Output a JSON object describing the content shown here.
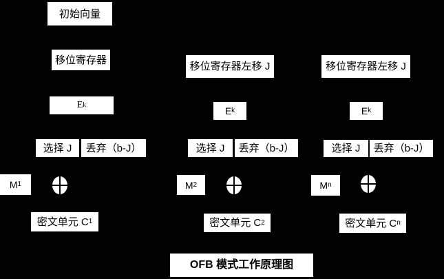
{
  "colors": {
    "background": "#000000",
    "box_fill": "#ffffff",
    "text": "#000000"
  },
  "icons": {
    "xor": "⊕"
  },
  "title": "OFB 模式工作原理图",
  "columns": [
    {
      "initial_vector": "初始向量",
      "shift_register": "移位寄存器",
      "encrypt": {
        "base": "E",
        "sub": "k"
      },
      "select": "选择 J",
      "discard": "丢弃（b-J）",
      "message": {
        "base": "M",
        "sub": "1"
      },
      "ciphertext": {
        "base": "密文单元 C",
        "sub": "1"
      }
    },
    {
      "shift_register": "移位寄存器左移 J",
      "encrypt": {
        "base": "E",
        "sub": "k"
      },
      "select": "选择 J",
      "discard": "丢弃（b-J）",
      "message": {
        "base": "M",
        "sub": "2"
      },
      "ciphertext": {
        "base": "密文单元 C",
        "sub": "2"
      }
    },
    {
      "shift_register": "移位寄存器左移 J",
      "encrypt": {
        "base": "E",
        "sub": "k"
      },
      "select": "选择 J",
      "discard": "丢弃（b-J）",
      "message": {
        "base": "M",
        "sub": "n"
      },
      "ciphertext": {
        "base": "密文单元 C",
        "sub": "n"
      }
    }
  ]
}
